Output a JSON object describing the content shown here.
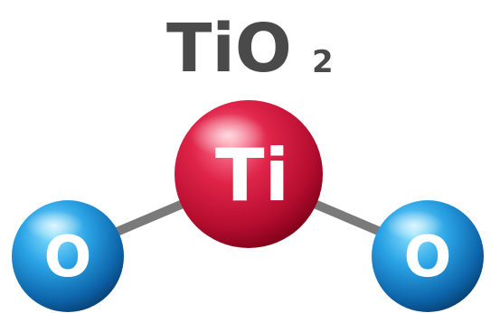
{
  "formula": {
    "main": "TiO",
    "subscript": "2"
  },
  "atoms": {
    "center": {
      "label": "Ti",
      "color": "#d0163a"
    },
    "left": {
      "label": "O",
      "color": "#1e8fd6"
    },
    "right": {
      "label": "O",
      "color": "#1e8fd6"
    }
  },
  "bond_color": "#7a7a7a"
}
